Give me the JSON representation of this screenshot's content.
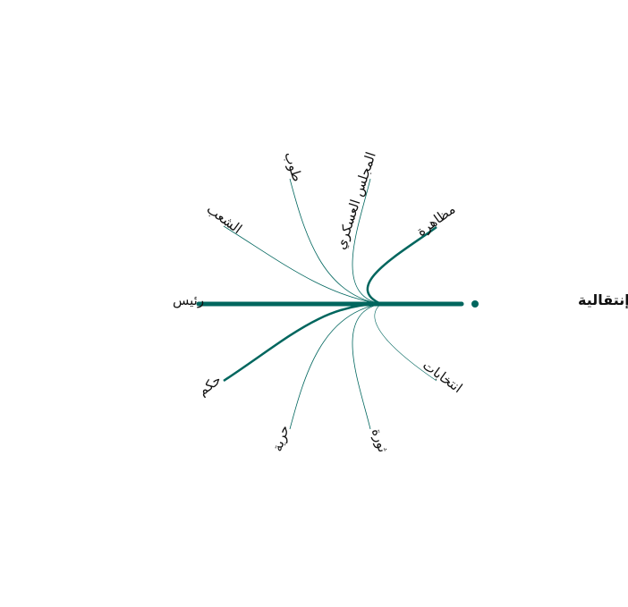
{
  "colors": {
    "link": "#00665e",
    "text": "#111111",
    "background": "#ffffff"
  },
  "center": {
    "label": "مرحلة إنتقالية"
  },
  "nodes": [
    {
      "id": "mozahara",
      "label": "مظاهرة",
      "weight": 2.5
    },
    {
      "id": "majlis",
      "label": "المجلس العسكري",
      "weight": 0.8
    },
    {
      "id": "tholoob",
      "label": "طوب",
      "weight": 0.8
    },
    {
      "id": "shaab",
      "label": "الشعب",
      "weight": 0.8
    },
    {
      "id": "raees",
      "label": "رئيس",
      "weight": 5
    },
    {
      "id": "hokm",
      "label": "حكم",
      "weight": 2.5
    },
    {
      "id": "horeya",
      "label": "حرية",
      "weight": 0.8
    },
    {
      "id": "thawra",
      "label": "ثورة",
      "weight": 0.8
    },
    {
      "id": "intikhabat",
      "label": "انتخابات",
      "weight": 0.6
    }
  ]
}
